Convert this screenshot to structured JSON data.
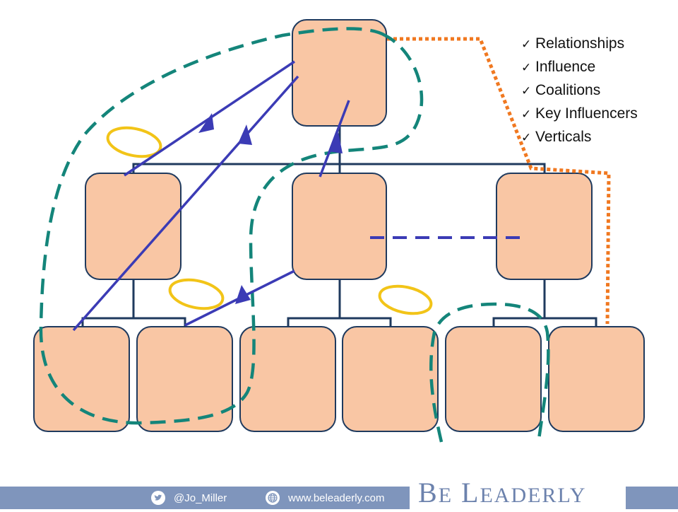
{
  "checklist": [
    {
      "text": "Relationships",
      "icon": "checkmark-icon"
    },
    {
      "text": "Influence",
      "icon": "checkmark-icon"
    },
    {
      "text": "Coalitions",
      "icon": "checkmark-icon"
    },
    {
      "text": "Key Influencers",
      "icon": "checkmark-icon"
    },
    {
      "text": "Verticals",
      "icon": "checkmark-icon"
    }
  ],
  "footer": {
    "twitter_handle": "@Jo_Miller",
    "twitter_icon": "twitter-icon",
    "website": "www.beleaderly.com",
    "globe_icon": "globe-icon",
    "brand": "Be Leaderly"
  },
  "colors": {
    "box_fill": "#f9c6a4",
    "box_stroke": "#1f3a5e",
    "connector": "#1f3a5e",
    "arrow": "#3b3bb5",
    "coalition": "#14857a",
    "vertical_dotted": "#f07820",
    "halo": "#f2c418",
    "footer_bar": "#7f95bc",
    "brand_text": "#6c82ad"
  }
}
